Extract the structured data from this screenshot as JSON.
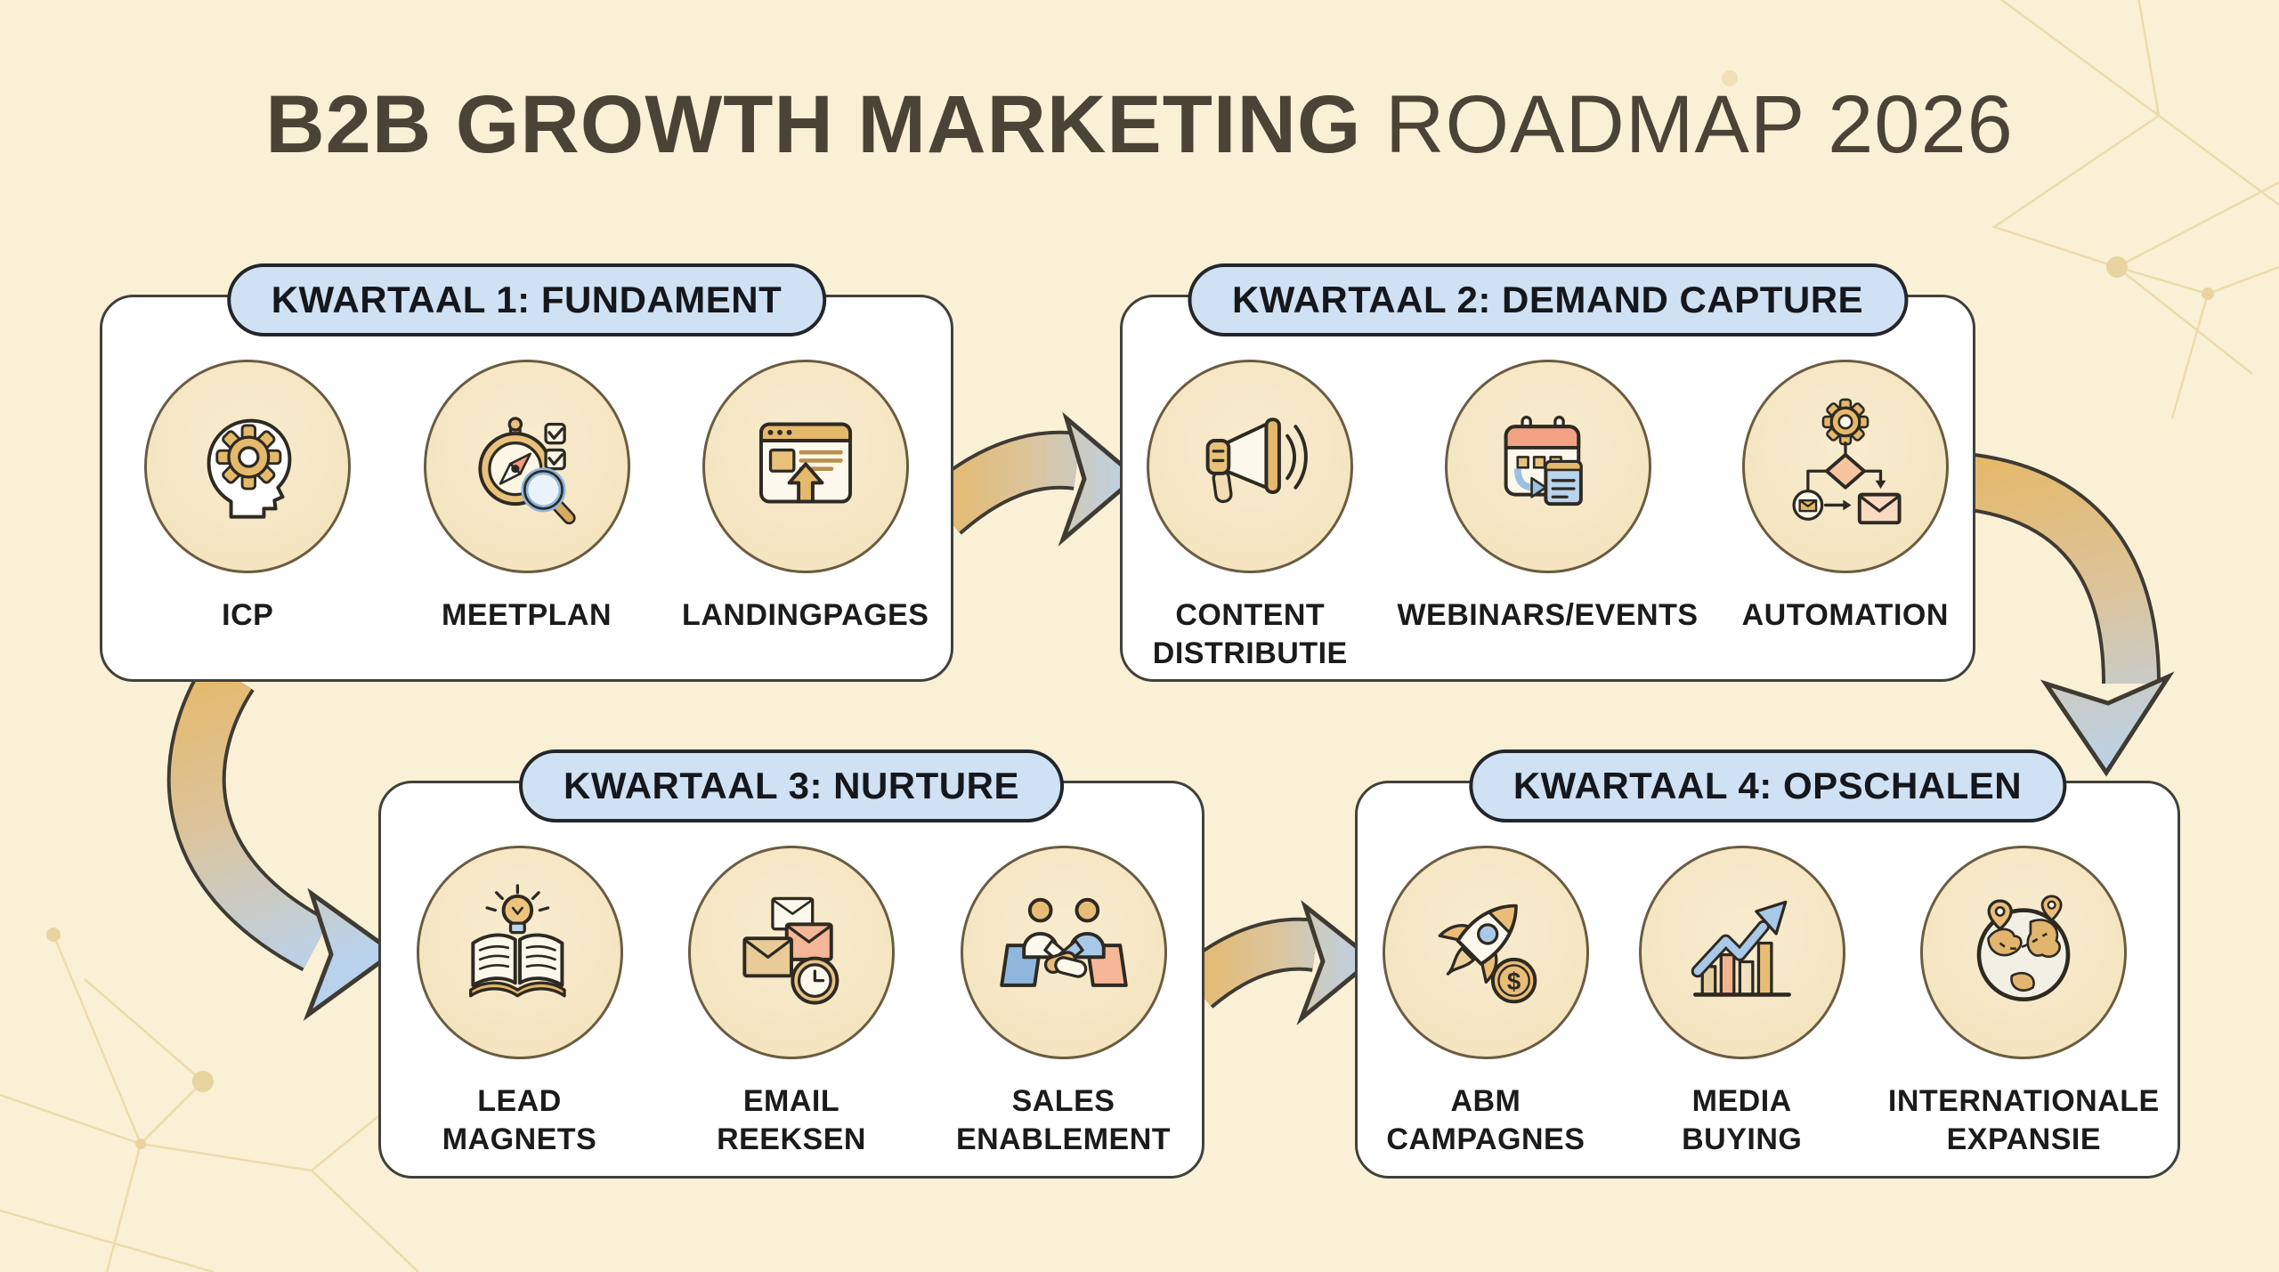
{
  "title": {
    "bold": "B2B GROWTH MARKETING",
    "regular": " ROADMAP 2026"
  },
  "quarters": [
    {
      "label": "KWARTAAL 1: FUNDAMENT",
      "items": [
        {
          "label": "ICP",
          "icon": "head-gear-icon"
        },
        {
          "label": "MEETPLAN",
          "icon": "compass-checklist-icon"
        },
        {
          "label": "LANDINGPAGES",
          "icon": "browser-upload-icon"
        }
      ]
    },
    {
      "label": "KWARTAAL 2: DEMAND CAPTURE",
      "items": [
        {
          "label": "CONTENT\nDISTRIBUTIE",
          "icon": "megaphone-icon"
        },
        {
          "label": "WEBINARS/EVENTS",
          "icon": "calendar-event-icon"
        },
        {
          "label": "AUTOMATION",
          "icon": "workflow-gear-icon"
        }
      ]
    },
    {
      "label": "KWARTAAL 3: NURTURE",
      "items": [
        {
          "label": "LEAD\nMAGNETS",
          "icon": "book-lightbulb-icon"
        },
        {
          "label": "EMAIL\nREEKSEN",
          "icon": "email-series-clock-icon"
        },
        {
          "label": "SALES\nENABLEMENT",
          "icon": "handshake-icon"
        }
      ]
    },
    {
      "label": "KWARTAAL 4: OPSCHALEN",
      "items": [
        {
          "label": "ABM\nCAMPAGNES",
          "icon": "rocket-coin-icon"
        },
        {
          "label": "MEDIA\nBUYING",
          "icon": "growth-chart-icon"
        },
        {
          "label": "INTERNATIONALE\nEXPANSIE",
          "icon": "globe-pins-icon"
        }
      ]
    }
  ],
  "colors": {
    "background": "#faf0d6",
    "panel": "#ffffff",
    "panel_border": "#41403c",
    "pill_fill": "#cfe1f3",
    "pill_border": "#22262b",
    "title_text": "#4a4336",
    "label_text": "#1b1b1b",
    "icon_outline": "#2e2a22",
    "circle_fill": "#f5e7c4",
    "tan": "#e5b96c",
    "salmon": "#f2a384",
    "blue": "#a9c9e8",
    "arrow_gradient_start": "#e5b96c",
    "arrow_gradient_end": "#b9d2ec",
    "constellation": "#ecdcab"
  }
}
